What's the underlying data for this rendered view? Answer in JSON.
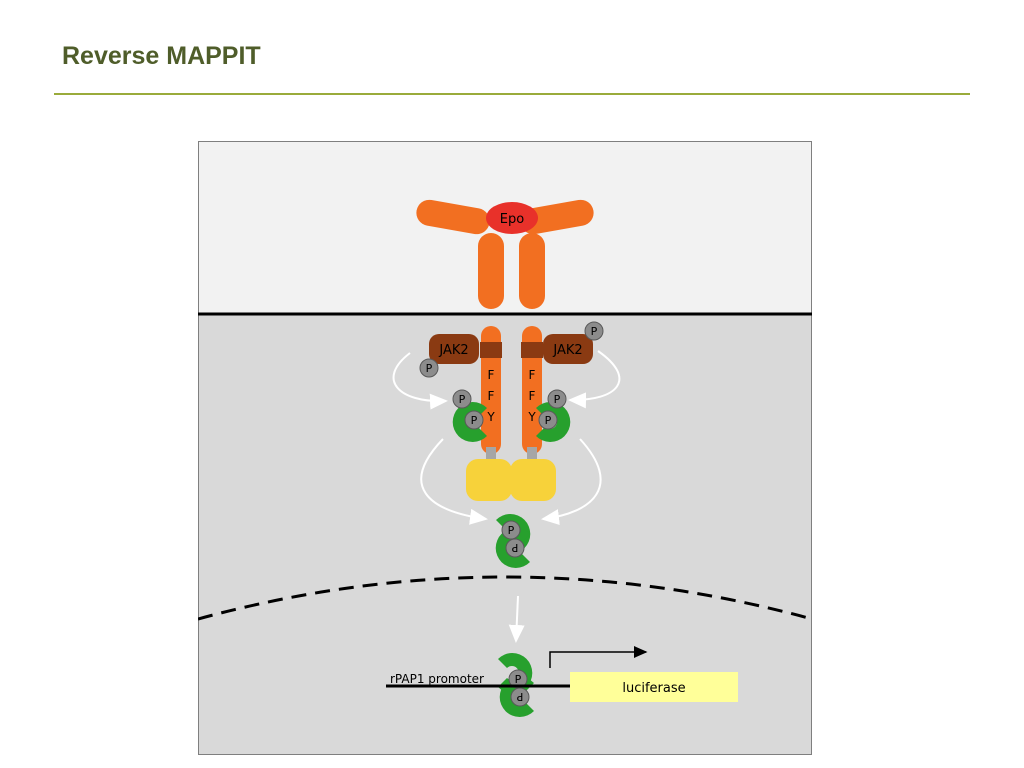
{
  "slide": {
    "title": "Reverse MAPPIT"
  },
  "diagram": {
    "ligand_label": "Epo",
    "kinase_label": "JAK2",
    "phospho_label": "P",
    "receptor_motif": [
      "F",
      "F",
      "Y"
    ],
    "promoter_label": "rPAP1 promoter",
    "reporter_label": "luciferase"
  },
  "colors": {
    "title": "#4f5d2a",
    "rule": "#9aab3b",
    "receptor": "#f26f21",
    "jak2": "#8a3a12",
    "ligand": "#e8312a",
    "stat": "#27a02d",
    "bait": "#f7d23a",
    "reporter": "#ffff99",
    "phospho": "#8c8c8c"
  }
}
